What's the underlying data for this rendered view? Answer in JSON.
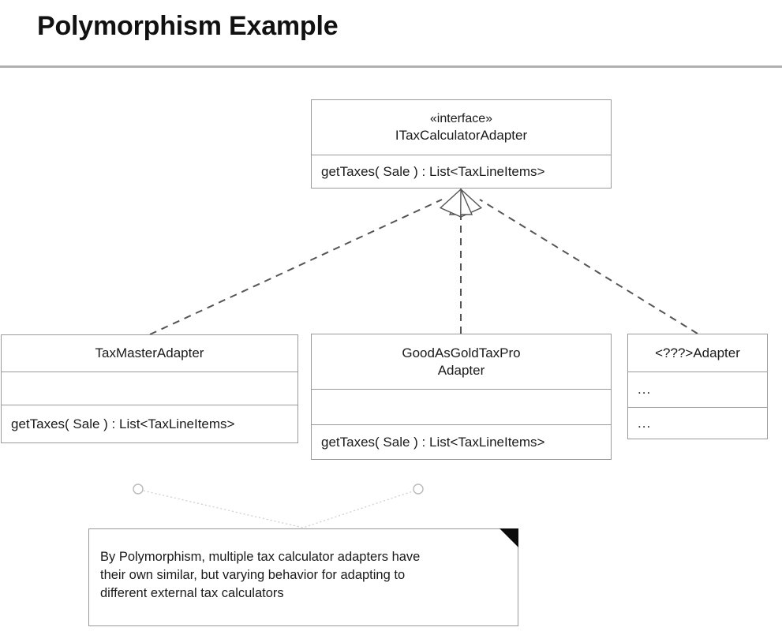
{
  "slide": {
    "title": "Polymorphism Example"
  },
  "diagram": {
    "type": "uml-class-diagram",
    "classes": [
      {
        "id": "ITaxCalculatorAdapter",
        "stereotype": "«interface»",
        "name": "ITaxCalculatorAdapter",
        "attributes": [],
        "operations": [
          "getTaxes( Sale ) : List<TaxLineItems>"
        ]
      },
      {
        "id": "TaxMasterAdapter",
        "stereotype": "",
        "name": "TaxMasterAdapter",
        "attributes": [],
        "operations": [
          "getTaxes( Sale ) : List<TaxLineItems>"
        ]
      },
      {
        "id": "GoodAsGoldTaxProAdapter",
        "stereotype": "",
        "name_line1": "GoodAsGoldTaxPro",
        "name_line2": "Adapter",
        "name": "GoodAsGoldTaxProAdapter",
        "attributes": [],
        "operations": [
          "getTaxes( Sale ) : List<TaxLineItems>"
        ]
      },
      {
        "id": "UnknownAdapter",
        "stereotype": "",
        "name": "<???>Adapter",
        "attributes": [
          "..."
        ],
        "operations": [
          "..."
        ]
      }
    ],
    "relationships": [
      {
        "type": "realization",
        "from": "TaxMasterAdapter",
        "to": "ITaxCalculatorAdapter",
        "line": "dashed",
        "arrowhead": "hollow-triangle"
      },
      {
        "type": "realization",
        "from": "GoodAsGoldTaxProAdapter",
        "to": "ITaxCalculatorAdapter",
        "line": "dashed",
        "arrowhead": "hollow-triangle"
      },
      {
        "type": "realization",
        "from": "UnknownAdapter",
        "to": "ITaxCalculatorAdapter",
        "line": "dashed",
        "arrowhead": "hollow-triangle"
      }
    ],
    "note": {
      "text": "By Polymorphism, multiple tax calculator adapters have\ntheir own similar, but varying behavior for adapting to\ndifferent external tax calculators",
      "anchors": 2
    }
  },
  "colors": {
    "box_border": "#9a9a9a",
    "text": "#1a1a1a",
    "rule": "#b0b0b0",
    "edge": "#555555",
    "anchor": "#c9c9c9",
    "note_fold": "#0c0c0c"
  }
}
